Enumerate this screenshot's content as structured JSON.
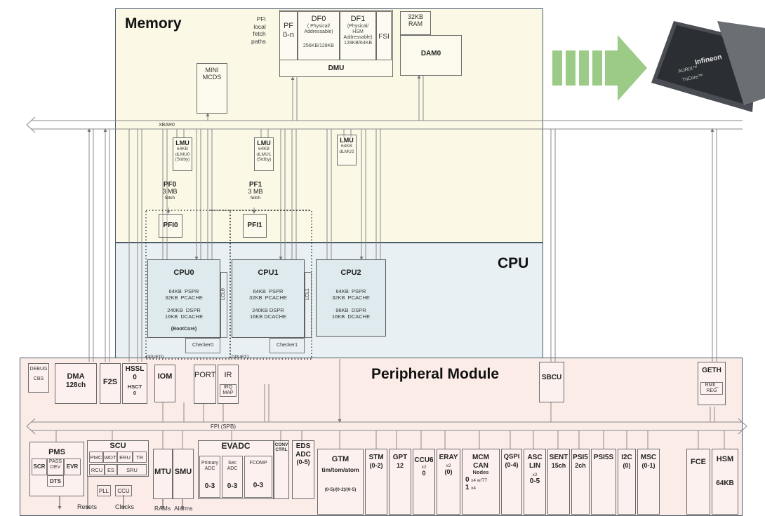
{
  "regions": {
    "memory": "Memory",
    "cpu": "CPU",
    "peripheral": "Peripheral Module"
  },
  "colors": {
    "memory_bg": "#fbf8e6",
    "cpu_bg": "#e8f0f4",
    "peripheral_bg": "#fbece8",
    "arrow_green": "#9ccb87",
    "chip_dark": "#2b2e33"
  },
  "memory": {
    "pfi_fetch": "PFI\nlocal\nfetch\npaths",
    "pf": "PF\n0-n",
    "df0": {
      "name": "DF0",
      "desc": "( Physical/\nAddressable)",
      "size": "256KB/128KB"
    },
    "df1": {
      "name": "DF1",
      "desc": "(Physical/\nHSM\nAddressable)",
      "size": "128KB/64KB"
    },
    "fsi": "FSI",
    "dmu": "DMU",
    "ram": "32KB\nRAM",
    "dam0": "DAM0",
    "mini_mcds": "MINI\nMCDS",
    "xbar": "XBAR0",
    "lmu0": {
      "name": "LMU",
      "desc": "64KB\ndLMU0\n(Stdby)"
    },
    "lmu1": {
      "name": "LMU",
      "desc": "64KB\ndLMU1\n(Stdby)"
    },
    "lmu2": {
      "name": "LMU",
      "desc": "64KB\ndLMU2"
    },
    "pf0": {
      "name": "PF0",
      "size": "3 MB",
      "fetch": "fetch"
    },
    "pf1": {
      "name": "PF1",
      "size": "3 MB",
      "fetch": "fetch"
    },
    "pfi0": "PFI0",
    "pfi1": "PFI1"
  },
  "cpu": {
    "cpu0": {
      "name": "CPU0",
      "l1": "64KB  PSPR\n32KB  PCACHE",
      "l2": "240KB  DSPR\n16KB  DCACHE",
      "note": "(BootCore)",
      "checker": "Checker0",
      "lcl": "LCL0"
    },
    "cpu1": {
      "name": "CPU1",
      "l1": "64KB  PSPR\n32KB  PCACHE",
      "l2": "240KB DSPR\n16KB DCACHE",
      "checker": "Checker1",
      "lcl": "LCL1"
    },
    "cpu2": {
      "name": "CPU2",
      "l1": "64KB  PSPR\n32KB  PCACHE",
      "l2": "96KB  DSPR\n16KB  DCACHE"
    },
    "dpu0": "DPUFT0",
    "dpu1": "DPUFT1"
  },
  "periph": {
    "debug": "DEBUG",
    "cbs": "CBS",
    "dma": {
      "name": "DMA",
      "desc": "128ch"
    },
    "f2s": "F2S",
    "hssl": {
      "name": "HSSL",
      "num": "0"
    },
    "hsct": {
      "name": "HSCT",
      "num": "0"
    },
    "iom": "IOM",
    "port": "PORT",
    "ir": "IR",
    "irq": "IRQ\nMAP",
    "sbcu": "SBCU",
    "geth": "GETH",
    "rmii": "RMII_\nREG",
    "fpi": "FPI  (SPB)",
    "pms": "PMS",
    "scr": "SCR",
    "pass": "PASS\nDEV",
    "evr": "EVR",
    "dts": "DTS",
    "scu": "SCU",
    "pmc": "PMC",
    "wdt": "WDT",
    "eru": "ERU",
    "tr": "TR",
    "rcu": "RCU",
    "es": "ES",
    "sru": "SRU",
    "pll": "PLL",
    "ccu": "CCU",
    "resets": "Resets",
    "clocks": "Clocks",
    "mtu": "MTU",
    "smu": "SMU",
    "rams": "RAMs",
    "alarms": "Alarms",
    "evadc": "EVADC",
    "primary": {
      "name": "Primary\nADC",
      "val": "0-3"
    },
    "sec": {
      "name": "Sec\nADC",
      "val": "0-3"
    },
    "fcomp": {
      "name": "FCOMP",
      "val": "0-3"
    },
    "conv": "CONV\nCTRL",
    "edsadc": {
      "name": "EDS\nADC",
      "val": "(0-5)"
    },
    "gtm": {
      "name": "GTM",
      "desc": "tim/tom/atom",
      "val": "(0-5)/(0-2)/(0-5)"
    },
    "stm": {
      "name": "STM",
      "val": "(0-2)"
    },
    "gpt": {
      "name": "GPT",
      "val": "12"
    },
    "ccu6": {
      "name": "CCU6",
      "x": "x2",
      "val": "0"
    },
    "eray": {
      "name": "ERAY",
      "x": "x2",
      "val": "(0)"
    },
    "mcm": {
      "name": "MCM\nCAN",
      "nodes": "Nodes",
      "l1": "0",
      "l1b": "x4 w/TT",
      "l2": "1",
      "l2b": "x4"
    },
    "qspi": {
      "name": "QSPI",
      "val": "(0-4)"
    },
    "asc": {
      "name": "ASC\nLIN",
      "x": "x2",
      "val": "0-5"
    },
    "sent": {
      "name": "SENT",
      "val": "15ch"
    },
    "psi5": {
      "name": "PSI5",
      "val": "2ch"
    },
    "psi5s": "PSI5S",
    "i2c": {
      "name": "I2C",
      "val": "(0)"
    },
    "msc": {
      "name": "MSC",
      "val": "(0-1)"
    },
    "fce": "FCE",
    "hsm": {
      "name": "HSM",
      "val": "64KB"
    }
  },
  "chip": {
    "brand": "Infineon",
    "line1": "AURIX™",
    "line2": "TriCore™"
  }
}
